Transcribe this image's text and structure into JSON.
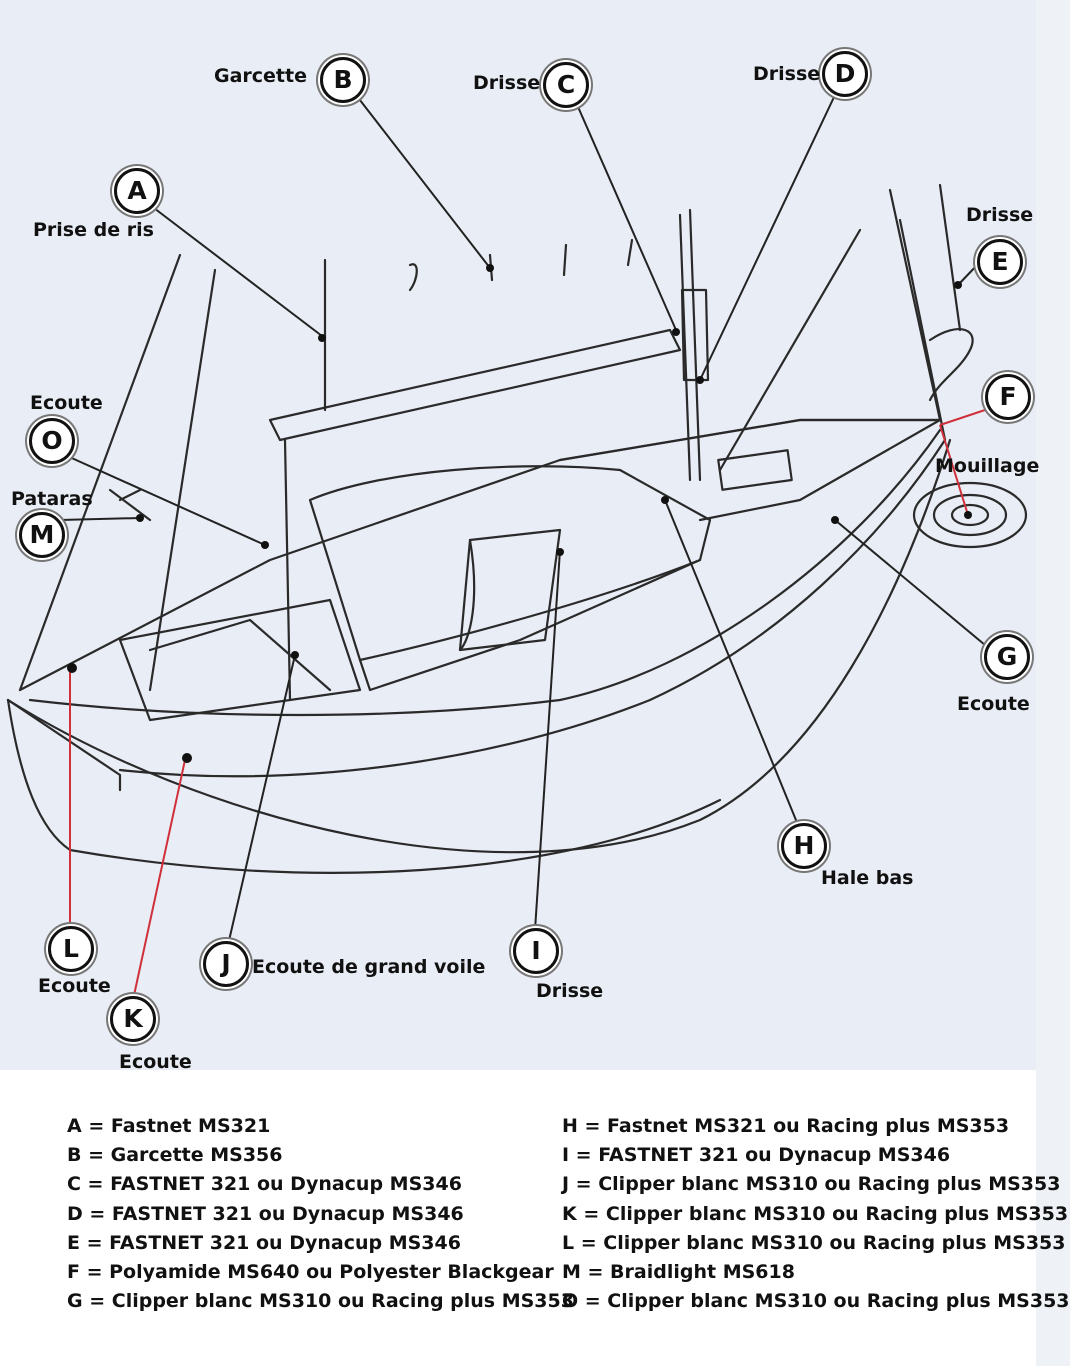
{
  "labels": {
    "A": {
      "letter": "A",
      "text": "Prise de ris"
    },
    "B": {
      "letter": "B",
      "text": "Garcette"
    },
    "C": {
      "letter": "C",
      "text": "Drisse"
    },
    "D": {
      "letter": "D",
      "text": "Drisse"
    },
    "E": {
      "letter": "E",
      "text": "Drisse"
    },
    "F": {
      "letter": "F",
      "text": "Mouillage"
    },
    "G": {
      "letter": "G",
      "text": "Ecoute"
    },
    "H": {
      "letter": "H",
      "text": "Hale bas"
    },
    "I": {
      "letter": "I",
      "text": "Drisse"
    },
    "J": {
      "letter": "J",
      "text": "Ecoute de grand voile"
    },
    "K": {
      "letter": "K",
      "text": "Ecoute"
    },
    "L": {
      "letter": "L",
      "text": "Ecoute"
    },
    "M": {
      "letter": "M",
      "text": "Pataras"
    },
    "O": {
      "letter": "O",
      "text": "Ecoute"
    }
  },
  "legend": {
    "left": [
      "A = Fastnet MS321",
      "B = Garcette MS356",
      "C = FASTNET 321 ou Dynacup MS346",
      "D = FASTNET 321 ou Dynacup MS346",
      "E = FASTNET 321 ou Dynacup MS346",
      "F = Polyamide MS640 ou Polyester Blackgear",
      "G = Clipper blanc MS310 ou Racing plus MS353"
    ],
    "right": [
      "H = Fastnet MS321 ou Racing plus MS353",
      "I = FASTNET 321 ou Dynacup MS346",
      "J = Clipper blanc MS310 ou Racing plus MS353",
      "K = Clipper blanc MS310 ou Racing plus MS353",
      "L = Clipper blanc MS310 ou Racing plus MS353",
      "M = Braidlight MS618",
      "O = Clipper blanc MS310 ou Racing plus MS353"
    ]
  },
  "colors": {
    "leader_line": "#222222",
    "highlight_line": "#d0303a",
    "drawing_ink": "#2a2a2a",
    "background": "#e9edf5"
  }
}
